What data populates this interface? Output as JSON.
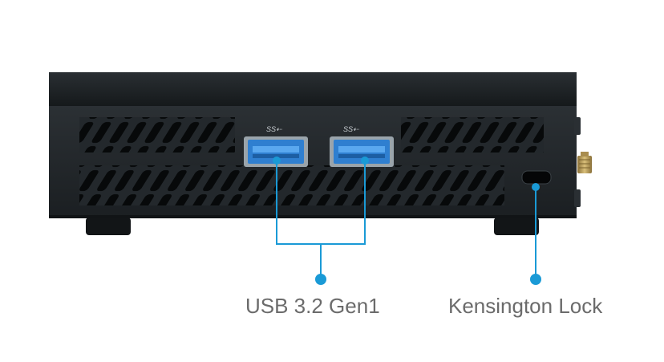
{
  "callouts": {
    "usb": {
      "label": "USB 3.2 Gen1"
    },
    "lock": {
      "label": "Kensington Lock"
    }
  },
  "ports": {
    "usb_count": 2,
    "usb_logo_text": "SS"
  },
  "colors": {
    "callout": "#1a9ad6",
    "chassis_top": "#1c2023",
    "chassis_front": "#23282c",
    "usb_blue": "#2f7fd0",
    "label_text": "#6b6b6b",
    "antenna_gold": "#b89b58"
  },
  "icons": [
    "superspeed-usb-icon",
    "antenna-connector-icon",
    "kensington-slot-icon"
  ]
}
